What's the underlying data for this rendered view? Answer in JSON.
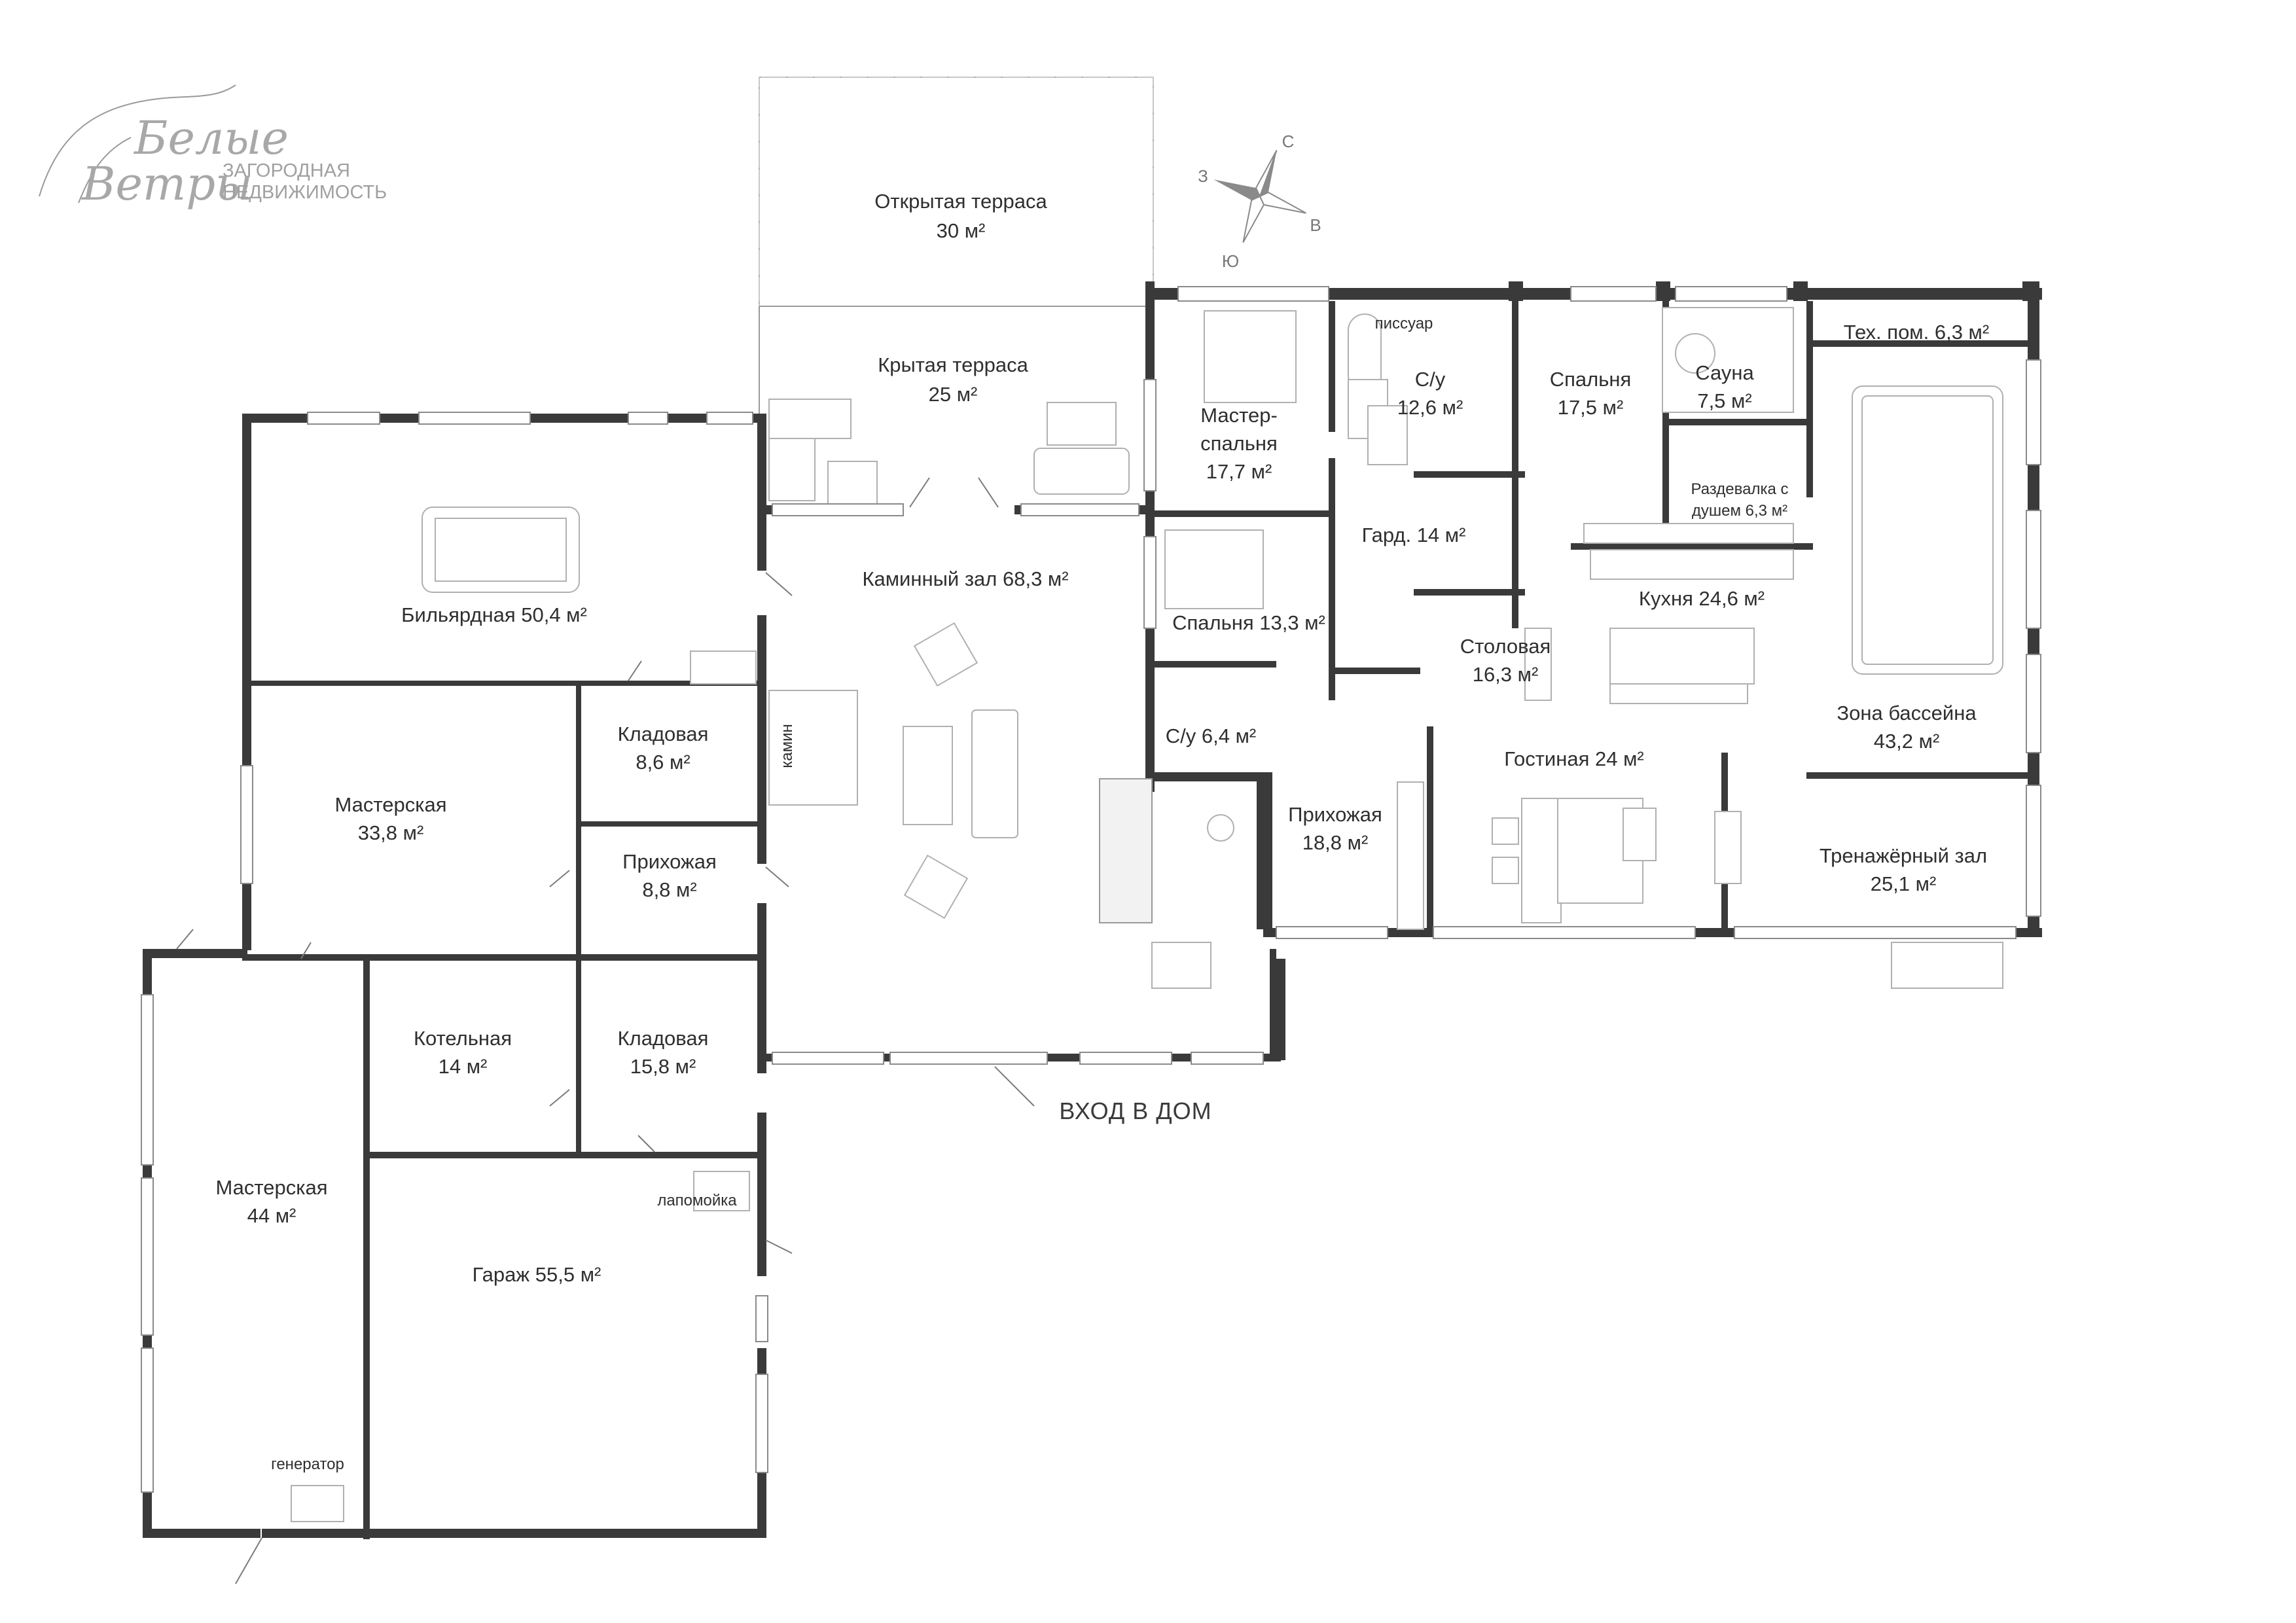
{
  "logo": {
    "line1": "Белые",
    "line2": "Ветры",
    "sub1": "ЗАГОРОДНАЯ",
    "sub2": "НЕДВИЖИМОСТЬ"
  },
  "compass": {
    "n": "С",
    "e": "В",
    "s": "Ю",
    "w": "З"
  },
  "entrance_label": "ВХОД В ДОМ",
  "fixtures": {
    "urinal": "писсуар",
    "fireplace": "камин",
    "paw_washer": "лапомойка",
    "generator": "генератор"
  },
  "rooms": {
    "open_terrace": {
      "name": "Открытая терраса",
      "area": "30 м²"
    },
    "covered_terrace": {
      "name": "Крытая терраса",
      "area": "25 м²"
    },
    "billiard": {
      "name": "Бильярдная 50,4 м²"
    },
    "fireplace_hall": {
      "name": "Каминный зал 68,3 м²"
    },
    "pantry_small": {
      "name": "Кладовая",
      "area": "8,6 м²"
    },
    "workshop_1": {
      "name": "Мастерская",
      "area": "33,8 м²"
    },
    "hallway_small": {
      "name": "Прихожая",
      "area": "8,8 м²"
    },
    "boiler": {
      "name": "Котельная",
      "area": "14 м²"
    },
    "pantry_large": {
      "name": "Кладовая",
      "area": "15,8 м²"
    },
    "workshop_2": {
      "name": "Мастерская",
      "area": "44 м²"
    },
    "garage": {
      "name": "Гараж 55,5 м²"
    },
    "master_bedroom": {
      "name1": "Мастер-",
      "name2": "спальня",
      "area": "17,7 м²"
    },
    "bath_large": {
      "name": "С/у",
      "area": "12,6 м²"
    },
    "bedroom_1": {
      "name": "Спальня",
      "area": "17,5 м²"
    },
    "sauna": {
      "name": "Сауна",
      "area": "7,5 м²"
    },
    "tech_room": {
      "name": "Тех. пом. 6,3 м²"
    },
    "changing": {
      "name1": "Раздевалка с",
      "name2": "душем 6,3 м²"
    },
    "wardrobe": {
      "name": "Гард. 14 м²"
    },
    "bedroom_2": {
      "name": "Спальня 13,3 м²"
    },
    "kitchen": {
      "name": "Кухня 24,6 м²"
    },
    "dining": {
      "name": "Столовая",
      "area": "16,3 м²"
    },
    "bath_small": {
      "name": "С/у 6,4 м²"
    },
    "pool": {
      "name": "Зона бассейна",
      "area": "43,2 м²"
    },
    "entry_hall": {
      "name": "Прихожая",
      "area": "18,8 м²"
    },
    "living": {
      "name": "Гостиная 24 м²"
    },
    "gym": {
      "name": "Тренажёрный зал",
      "area": "25,1 м²"
    }
  }
}
